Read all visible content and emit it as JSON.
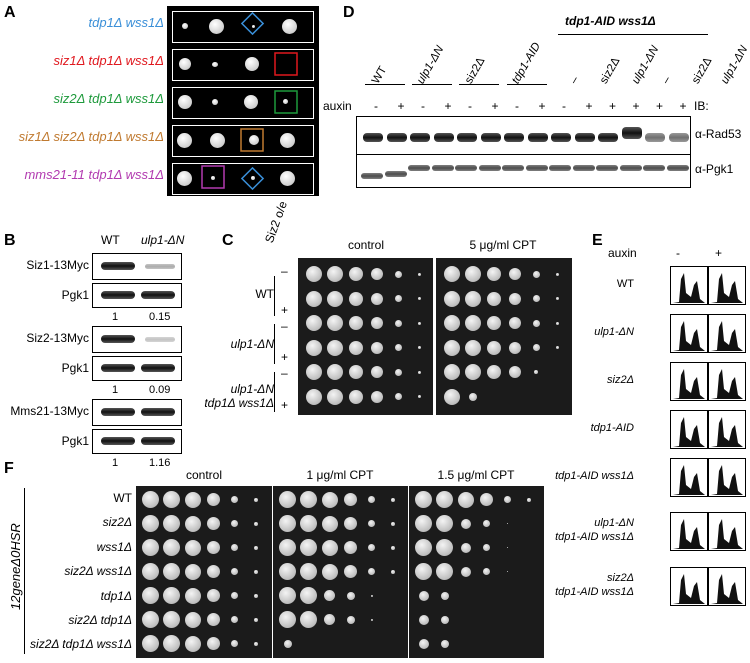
{
  "panels": {
    "a": "A",
    "b": "B",
    "c": "C",
    "d": "D",
    "e": "E",
    "f": "F"
  },
  "panelA": {
    "rows": [
      {
        "name": "tdp1Δ wss1Δ",
        "color": "#3a8fd8"
      },
      {
        "name": "siz1Δ tdp1Δ wss1Δ",
        "color": "#e0181e"
      },
      {
        "name": "siz2Δ tdp1Δ wss1Δ",
        "color": "#1e9a3c"
      },
      {
        "name": "siz1Δ siz2Δ tdp1Δ wss1Δ",
        "color": "#c07a30"
      },
      {
        "name": "mms21-11 tdp1Δ wss1Δ",
        "color": "#b23ab0"
      }
    ]
  },
  "panelB": {
    "headers": [
      "WT",
      "ulp1-ΔN"
    ],
    "blots": [
      {
        "label": "Siz1-13Myc",
        "ratio": [
          "1",
          "0.15"
        ]
      },
      {
        "label": "Pgk1"
      },
      {
        "label": "Siz2-13Myc",
        "ratio": [
          "1",
          "0.09"
        ]
      },
      {
        "label": "Pgk1"
      },
      {
        "label": "Mms21-13Myc",
        "ratio": [
          "1",
          "1.16"
        ]
      },
      {
        "label": "Pgk1"
      }
    ]
  },
  "panelC": {
    "column_label": "Siz2 o/e",
    "conditions": [
      "control",
      "5 μg/ml CPT"
    ],
    "strains": [
      "WT",
      "ulp1-ΔN",
      "ulp1-ΔN",
      "tdp1Δ wss1Δ"
    ],
    "signs": [
      "–",
      "+",
      "–",
      "+",
      "–",
      "+"
    ]
  },
  "panelD": {
    "group_label": "tdp1-AID wss1Δ",
    "strain_labels": [
      "WT",
      "ulp1-ΔN",
      "siz2Δ",
      "tdp1-AID",
      "–",
      "siz2Δ",
      "ulp1-ΔN",
      "–",
      "siz2Δ",
      "ulp1-ΔN"
    ],
    "auxin_label": "auxin",
    "auxin_signs": [
      "-",
      "+",
      "-",
      "+",
      "-",
      "+",
      "-",
      "+",
      "-",
      "+",
      "+",
      "+",
      "+",
      "+"
    ],
    "ib_label": "IB:",
    "blots": [
      "α-Rad53",
      "α-Pgk1"
    ]
  },
  "panelE": {
    "auxin_label": "auxin",
    "signs": [
      "-",
      "+"
    ],
    "strains": [
      "WT",
      "ulp1-ΔN",
      "siz2Δ",
      "tdp1-AID",
      "tdp1-AID wss1Δ",
      "ulp1-ΔN",
      "tdp1-AID wss1Δ",
      "siz2Δ",
      "tdp1-AID wss1Δ"
    ]
  },
  "panelF": {
    "side_label": "12geneΔ0HSR",
    "conditions": [
      "control",
      "1 μg/ml CPT",
      "1.5 μg/ml CPT"
    ],
    "strains": [
      "WT",
      "siz2Δ",
      "wss1Δ",
      "siz2Δ wss1Δ",
      "tdp1Δ",
      "siz2Δ tdp1Δ",
      "siz2Δ tdp1Δ wss1Δ"
    ]
  }
}
